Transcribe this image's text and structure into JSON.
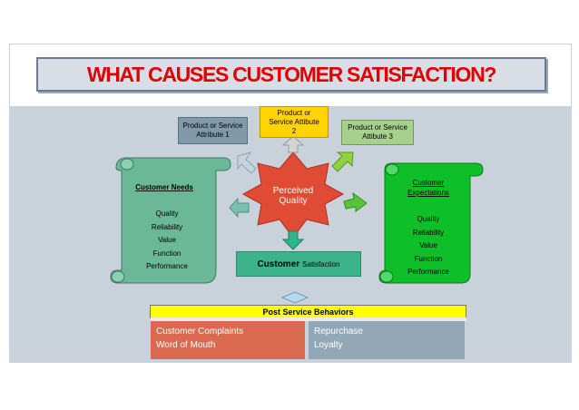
{
  "title": "WHAT CAUSES CUSTOMER SATISFACTION?",
  "attributes": [
    {
      "lines": [
        "Product or Service",
        "Attribute 1"
      ]
    },
    {
      "lines": [
        "Product or",
        "Service Attibute",
        "2"
      ]
    },
    {
      "lines": [
        "Product or Service",
        "Attibute 3"
      ]
    }
  ],
  "center": {
    "lines": [
      "Perceived",
      "Quality"
    ]
  },
  "customer_needs": {
    "title": "Customer Needs",
    "items": [
      "Quality",
      "Reliability",
      "Value",
      "Function",
      "Performance"
    ]
  },
  "customer_expectations": {
    "title_lines": [
      "Customer",
      "Expectations"
    ],
    "items": [
      "Quality",
      "Reliability",
      "Value",
      "Function",
      "Performance"
    ]
  },
  "satisfaction": {
    "word1": "Customer",
    "word2": "Satisfaction"
  },
  "post_service": {
    "title": "Post Service Behaviors",
    "left_items": [
      "Customer Complaints",
      "Word of Mouth"
    ],
    "right_items": [
      "Repurchase",
      "Loyalty"
    ]
  },
  "colors": {
    "title_red": "#e00000",
    "star_red": "#e04b35",
    "left_scroll": "#6bb898",
    "right_scroll": "#0fbf2a",
    "attr1": "#7f9aa9",
    "attr2": "#ffd400",
    "attr3": "#a7d08c",
    "satisfaction_green": "#3cb38a",
    "post_yellow": "#ffff00",
    "complaints_panel": "#d9694f",
    "repurchase_panel": "#93a8b6"
  }
}
